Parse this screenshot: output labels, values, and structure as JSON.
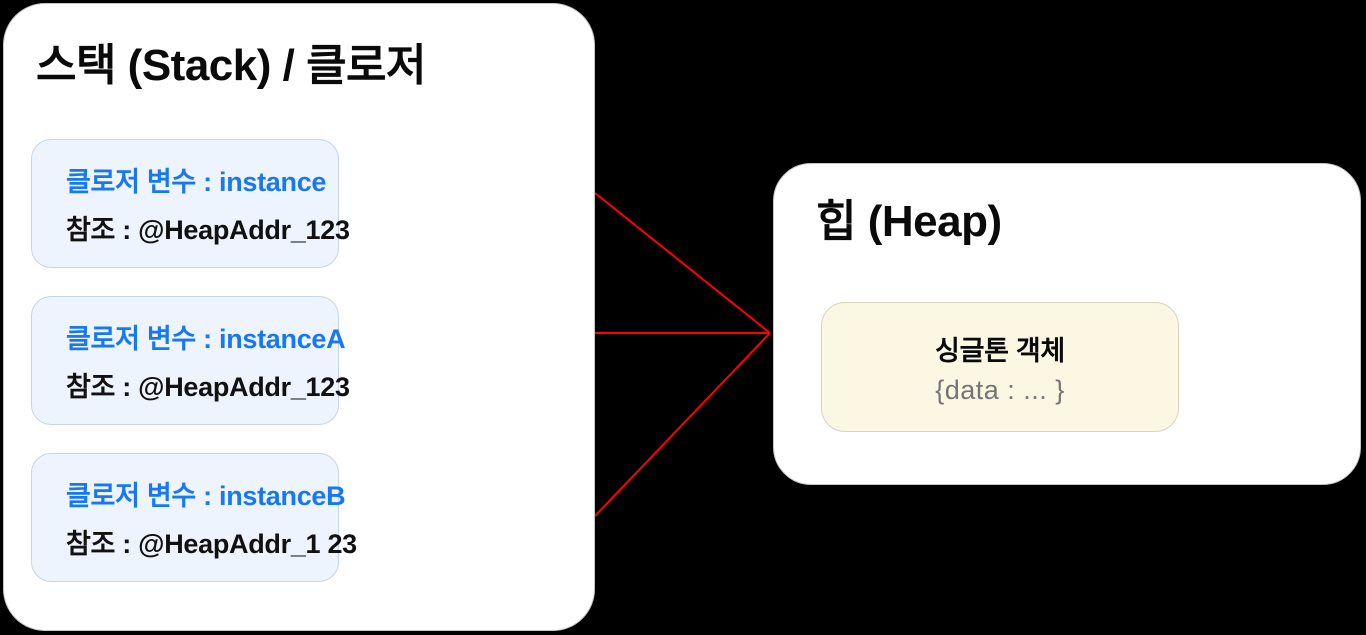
{
  "colors": {
    "background": "#000000",
    "panel_bg": "#ffffff",
    "panel_border": "#c6c6c6",
    "stack_item_bg": "#edf4fe",
    "stack_item_border": "#c7d5ea",
    "variable_text": "#1877f2",
    "reference_text": "#111111",
    "heap_object_bg": "#fcf7e3",
    "heap_object_border": "#d9d3c0",
    "heap_object_data_text": "#757575",
    "connector": "#ff0000"
  },
  "stack_panel": {
    "title": "스택 (Stack) / 클로저",
    "items": [
      {
        "variable": "클로저 변수 : instance",
        "reference": "참조 : @HeapAddr_123"
      },
      {
        "variable": "클로저 변수 : instanceA",
        "reference": "참조 : @HeapAddr_123"
      },
      {
        "variable": "클로저 변수 : instanceB",
        "reference": "참조 : @HeapAddr_1 23"
      }
    ]
  },
  "heap_panel": {
    "title": "힙 (Heap)",
    "object": {
      "name": "싱글톤 객체",
      "data": "{data : ... }"
    }
  }
}
